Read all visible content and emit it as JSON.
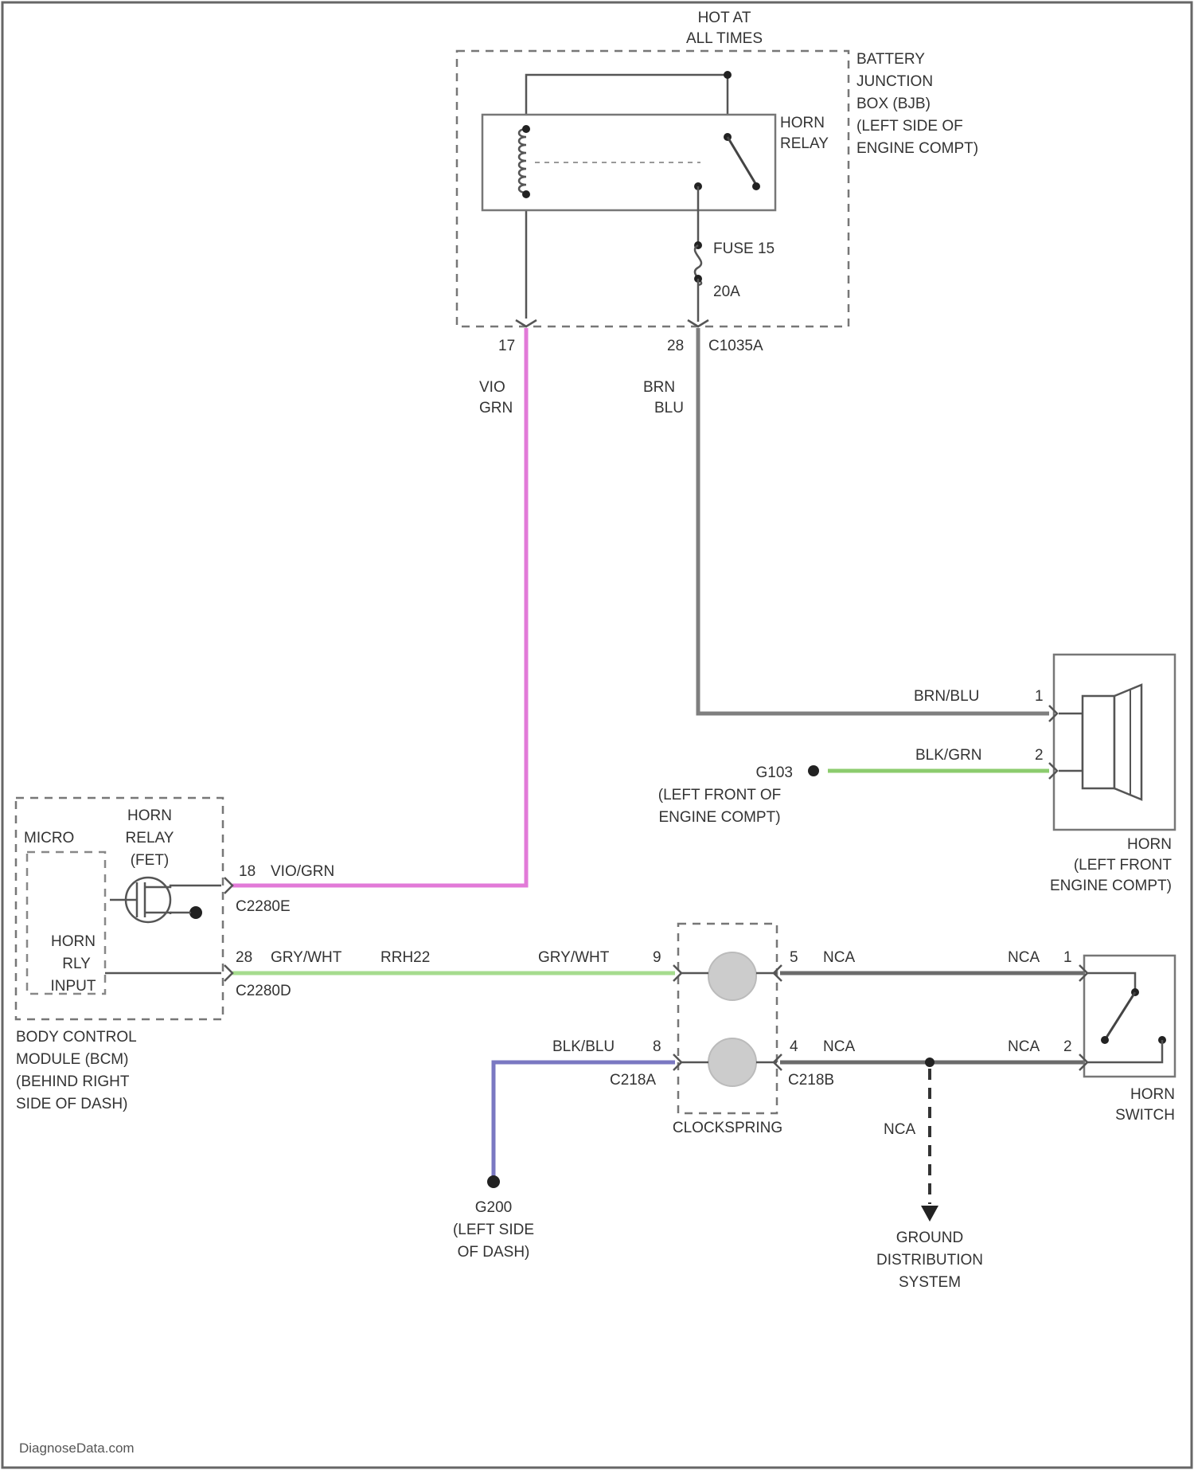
{
  "colors": {
    "wire_vio_grn": "#e27ad8",
    "wire_brn_blu": "#7f7f7f",
    "wire_blk_grn": "#8ccc6e",
    "wire_gry_wht": "#a6dc8e",
    "wire_blk_blu": "#7a78c2",
    "wire_nca": "#6b6b6b",
    "ink": "#333333"
  },
  "power": {
    "line1": "HOT AT",
    "line2": "ALL TIMES"
  },
  "bjb": {
    "line1": "BATTERY",
    "line2": "JUNCTION",
    "line3": "BOX (BJB)",
    "line4": "(LEFT SIDE OF",
    "line5": "ENGINE COMPT)"
  },
  "horn_relay": {
    "line1": "HORN",
    "line2": "RELAY"
  },
  "fuse": {
    "name": "FUSE 15",
    "rating": "20A"
  },
  "c1035a": {
    "pin_left": "17",
    "pin_right": "28",
    "name": "C1035A"
  },
  "wire_labels": {
    "vio_grn_a": "VIO",
    "vio_grn_b": "GRN",
    "brn_blu_a": "BRN",
    "brn_blu_b": "BLU",
    "brn_blu_horn": "BRN/BLU",
    "blk_grn": "BLK/GRN",
    "vio_grn_bcm": "VIO/GRN",
    "gry_wht_1": "GRY/WHT",
    "rpo": "RRH22",
    "gry_wht_2": "GRY/WHT",
    "blk_blu": "BLK/BLU",
    "nca_1": "NCA",
    "nca_2": "NCA",
    "nca_3": "NCA",
    "nca_4": "NCA",
    "nca_ground": "NCA"
  },
  "horn": {
    "pin1": "1",
    "pin2": "2",
    "line1": "HORN",
    "line2": "(LEFT FRONT",
    "line3": "ENGINE COMPT)"
  },
  "ground_g103": {
    "name": "G103",
    "line1": "(LEFT FRONT OF",
    "line2": "ENGINE COMPT)"
  },
  "bcm": {
    "micro": "MICRO",
    "relay_line1": "HORN",
    "relay_line2": "RELAY",
    "relay_line3": "(FET)",
    "input_line1": "HORN",
    "input_line2": "RLY",
    "input_line3": "INPUT",
    "name_line1": "BODY CONTROL",
    "name_line2": "MODULE (BCM)",
    "name_line3": "(BEHIND RIGHT",
    "name_line4": "SIDE OF DASH)",
    "pin_relay": "18",
    "conn_relay": "C2280E",
    "pin_input": "28",
    "conn_input": "C2280D"
  },
  "clockspring": {
    "name": "CLOCKSPRING",
    "pin_a_left": "9",
    "pin_b_left": "8",
    "pin_a_right": "5",
    "pin_b_right": "4",
    "conn_left": "C218A",
    "conn_right": "C218B"
  },
  "horn_switch": {
    "pin1": "1",
    "pin2": "2",
    "line1": "HORN",
    "line2": "SWITCH"
  },
  "ground_g200": {
    "name": "G200",
    "line1": "(LEFT SIDE",
    "line2": "OF DASH)"
  },
  "ground_dist": {
    "line1": "GROUND",
    "line2": "DISTRIBUTION",
    "line3": "SYSTEM"
  },
  "watermark": "DiagnoseData.com"
}
